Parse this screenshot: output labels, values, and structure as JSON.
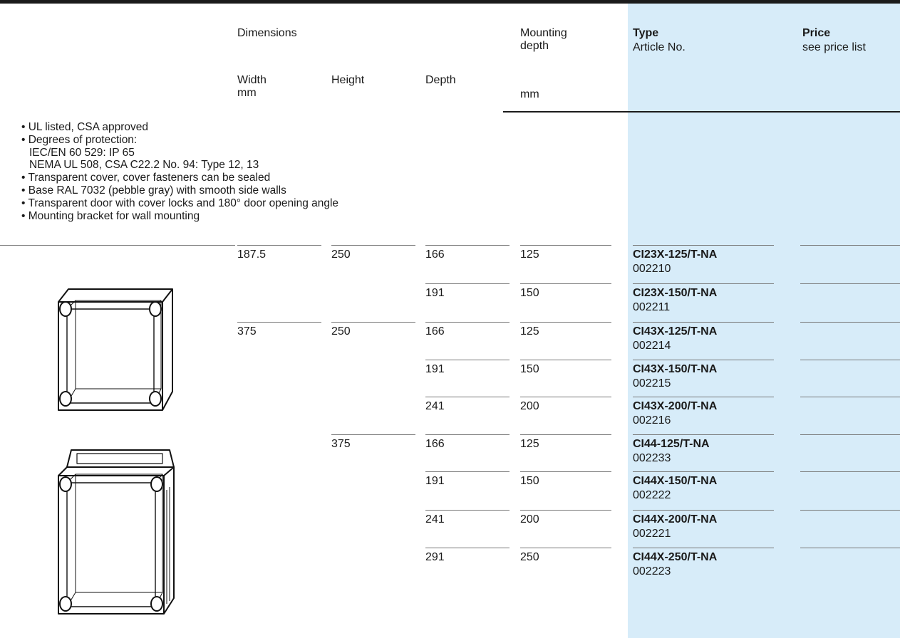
{
  "header": {
    "dimensions": "Dimensions",
    "width": "Width",
    "width_unit": "mm",
    "height": "Height",
    "depth": "Depth",
    "mounting_depth_line1": "Mounting",
    "mounting_depth_line2": "depth",
    "mounting_depth_unit": "mm",
    "type": "Type",
    "article_no": "Article No.",
    "price": "Price",
    "price_note": "see price list"
  },
  "features": [
    "• UL listed, CSA approved",
    "• Degrees of protection:",
    "IEC/EN 60 529: IP 65",
    "NEMA UL 508, CSA C22.2 No. 94: Type 12, 13",
    "• Transparent cover, cover fasteners can be sealed",
    "• Base RAL 7032 (pebble gray) with smooth side walls",
    "• Transparent door with cover locks and 180° door opening angle",
    "• Mounting bracket for wall mounting"
  ],
  "rows": [
    {
      "width": "187.5",
      "height": "250",
      "depth": "166",
      "mounting_depth": "125",
      "type": "CI23X-125/T-NA",
      "article": "002210"
    },
    {
      "width": "",
      "height": "",
      "depth": "191",
      "mounting_depth": "150",
      "type": "CI23X-150/T-NA",
      "article": "002211"
    },
    {
      "width": "375",
      "height": "250",
      "depth": "166",
      "mounting_depth": "125",
      "type": "CI43X-125/T-NA",
      "article": "002214"
    },
    {
      "width": "",
      "height": "",
      "depth": "191",
      "mounting_depth": "150",
      "type": "CI43X-150/T-NA",
      "article": "002215"
    },
    {
      "width": "",
      "height": "",
      "depth": "241",
      "mounting_depth": "200",
      "type": "CI43X-200/T-NA",
      "article": "002216"
    },
    {
      "width": "",
      "height": "375",
      "depth": "166",
      "mounting_depth": "125",
      "type": "CI44-125/T-NA",
      "article": "002233"
    },
    {
      "width": "",
      "height": "",
      "depth": "191",
      "mounting_depth": "150",
      "type": "CI44X-150/T-NA",
      "article": "002222"
    },
    {
      "width": "",
      "height": "",
      "depth": "241",
      "mounting_depth": "200",
      "type": "CI44X-200/T-NA",
      "article": "002221"
    },
    {
      "width": "",
      "height": "",
      "depth": "291",
      "mounting_depth": "250",
      "type": "CI44X-250/T-NA",
      "article": "002223"
    }
  ],
  "colors": {
    "highlight_column": "#d7ecf9",
    "rule": "#1b1b1b"
  },
  "icons": [
    "enclosure-small-icon",
    "enclosure-large-icon"
  ]
}
